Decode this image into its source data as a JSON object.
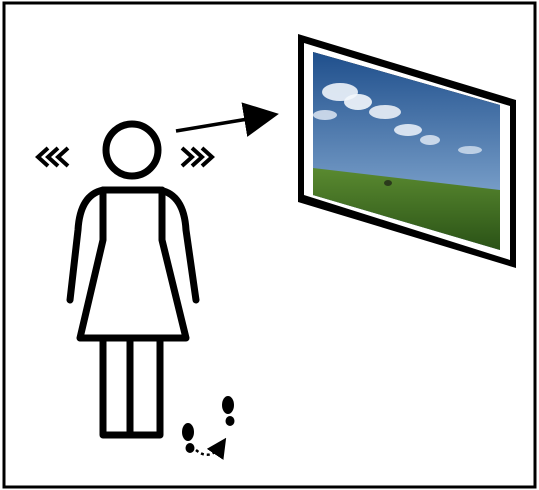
{
  "scene": {
    "frame_color": "#000000",
    "background": "#ffffff",
    "figure": {
      "icon": "person-standing-icon",
      "stroke": "#000000"
    },
    "head_motion": {
      "icon": "double-chevron-icon",
      "directions": [
        "left",
        "right"
      ]
    },
    "gaze": {
      "icon": "arrow-right-icon"
    },
    "picture": {
      "icon": "framed-landscape-picture",
      "sky_top": "#1f4f8c",
      "sky_bottom": "#8fb3d9",
      "grass_top": "#4f7a2c",
      "grass_bottom": "#2e5a1a"
    },
    "footsteps": {
      "icon": "footprints-icon",
      "path": "dashed-curved-arrow"
    }
  }
}
